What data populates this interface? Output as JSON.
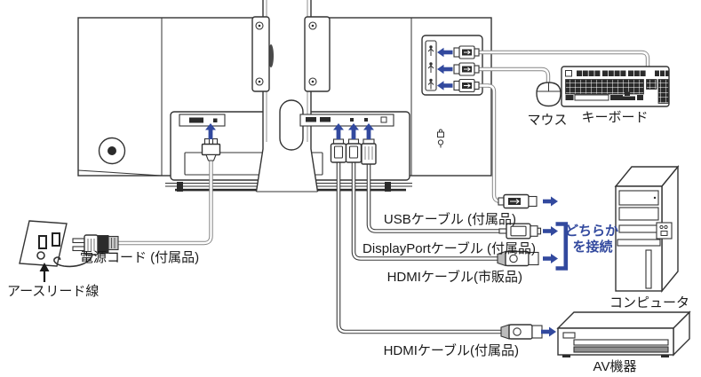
{
  "diagram": {
    "type": "monitor-cable-connection-diagram",
    "colors": {
      "accent_blue": "#32499e",
      "line_dark": "#333333",
      "cable_gray": "#858585"
    },
    "labels": {
      "power_cord": "電源コード (付属品)",
      "earth_lead": "アースリード線",
      "usb_cable": "USBケーブル (付属品)",
      "displayport_cable": "DisplayPortケーブル (付属品)",
      "hdmi_cable_retail": "HDMIケーブル(市販品)",
      "hdmi_cable_supplied": "HDMIケーブル(付属品)",
      "connect_either_line1": "どちらか",
      "connect_either_line2": "を接続",
      "mouse": "マウス",
      "keyboard": "キーボード",
      "computer": "コンピュータ",
      "av_device": "AV機器"
    }
  }
}
